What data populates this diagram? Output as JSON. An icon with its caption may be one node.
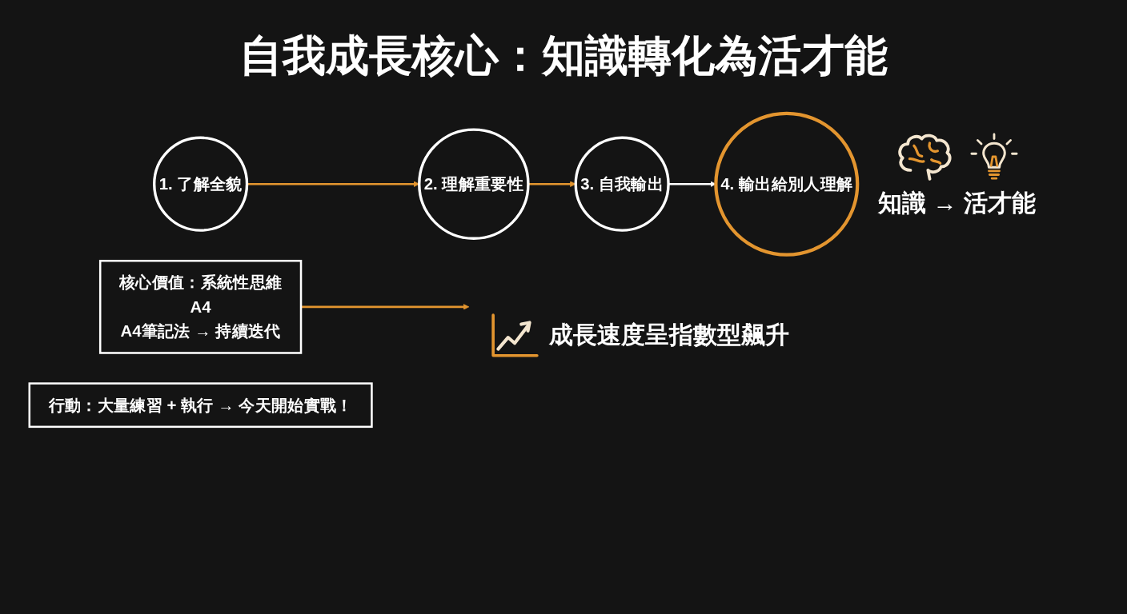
{
  "diagram": {
    "title": "自我成長核心：知識轉化為活才能",
    "nodes": [
      {
        "text": [
          "1. 了解全貌"
        ]
      },
      {
        "text": [
          "2. 理解重要性"
        ]
      },
      {
        "text": [
          "3. 自我輸出"
        ]
      },
      {
        "text": [
          "4. 輸出給別人理解"
        ]
      },
      {
        "text": [
          "核心價值：系統性思維",
          "A4",
          "A4筆記法 → 持續迭代"
        ]
      },
      {
        "text": [
          "行動：大量練習 + 執行 → 今天開始實戰！"
        ]
      }
    ],
    "edges": [
      {
        "from": 0,
        "to": 1,
        "arrow": "to"
      },
      {
        "from": 1,
        "to": 2,
        "arrow": "to"
      },
      {
        "from": 2,
        "to": 3,
        "arrow": "to",
        "color": "#ffffff"
      },
      {
        "from": 4,
        "to": null,
        "arrow": "to"
      }
    ],
    "labels": [
      "知識 → 活才能",
      "成長速度呈指數型飆升"
    ]
  }
}
